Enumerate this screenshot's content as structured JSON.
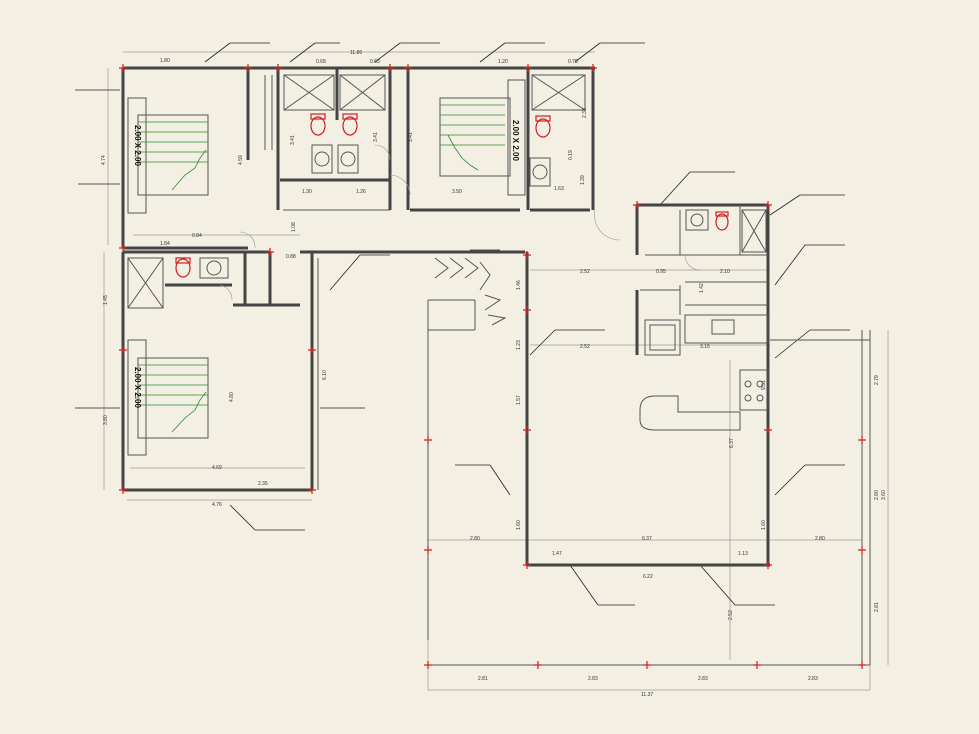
{
  "plan": {
    "beds": [
      "2.00 X 2.00",
      "2.00 X 2.00",
      "2.00 X 2.00"
    ],
    "dimensions": [
      "1.80",
      "11.86",
      "0.68",
      "0.63",
      "1.20",
      "0.78",
      "4.74",
      "4.59",
      "3.41",
      "3.41",
      "3.41",
      "2.33",
      "1.30",
      "1.26",
      "3.50",
      "1.63",
      "1.39",
      "0.19",
      "0.84",
      "1.84",
      "1.08",
      "0.88",
      "1.45",
      "3.80",
      "4.80",
      "6.10",
      "4.69",
      "2.35",
      "4.76",
      "2.52",
      "0.95",
      "2.10",
      "1.42",
      "2.52",
      "3.15",
      "1.46",
      "1.23",
      "1.57",
      "9.51",
      "6.37",
      "6.37",
      "2.79",
      "2.80",
      "1.60",
      "1.60",
      "2.80",
      "2.80",
      "3.60",
      "2.81",
      "1.47",
      "1.13",
      "6.22",
      "2.53",
      "2.81",
      "2.83",
      "2.83",
      "2.83",
      "11.37"
    ]
  },
  "colors": {
    "background": "#f3efe3",
    "walls": "#444444",
    "fixtures": "#d02020",
    "bed_lines": "#2e8b2e"
  }
}
